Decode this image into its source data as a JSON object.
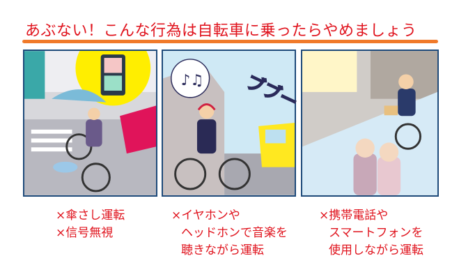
{
  "title": "あぶない！こんな行為は自転車に乗ったらやめましょう",
  "colors": {
    "title": "#e0141e",
    "rule": "#f07a2a",
    "panel_border": "#1e4a7a"
  },
  "panels": [
    {
      "caption": [
        "×傘さし運転",
        "×信号無視"
      ]
    },
    {
      "caption": [
        "×イヤホンや",
        "ヘッドホンで音楽を",
        "聴きながら運転"
      ],
      "sound_effect": "ブブー"
    },
    {
      "caption": [
        "×携帯電話や",
        "スマートフォンを",
        "使用しながら運転"
      ]
    }
  ]
}
